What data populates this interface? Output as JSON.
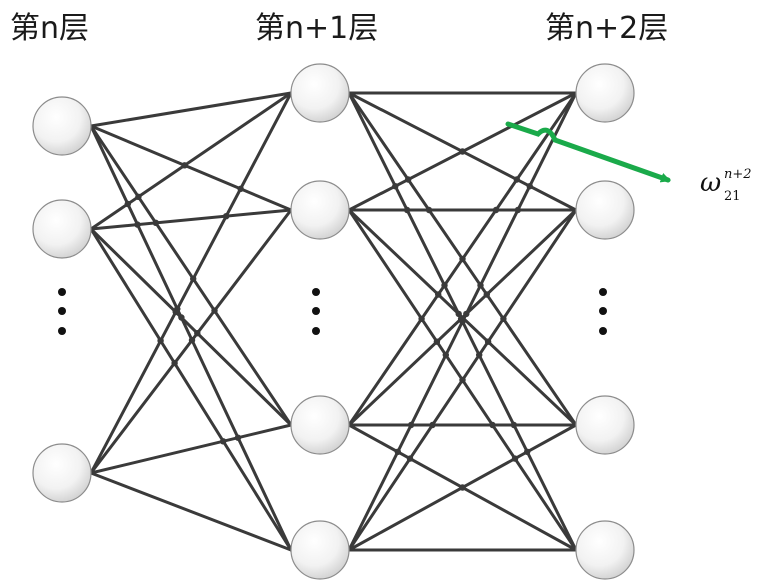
{
  "layers": [
    {
      "label": "第n层"
    },
    {
      "label": "第n+1层"
    },
    {
      "label": "第n+2层"
    }
  ],
  "highlight": {
    "symbol": "ω",
    "superscript": "n+2",
    "subscript": "21",
    "arrow_color": "#1aaa4a"
  },
  "colors": {
    "edge": "#3a3a3a",
    "node_fill_light": "#ffffff",
    "node_fill_dark": "#d9d9d9",
    "node_stroke": "#8c8c8c"
  }
}
